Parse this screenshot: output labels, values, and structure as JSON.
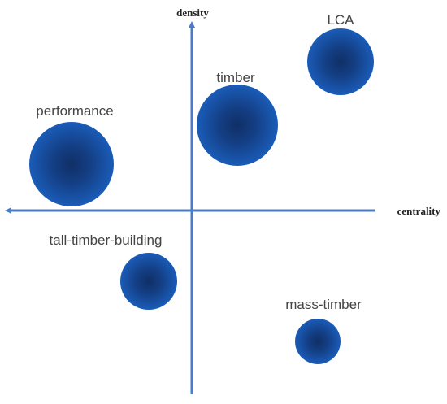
{
  "axes": {
    "vertical_title": "density",
    "horizontal_title": "centrality",
    "color": "#4a7cc7"
  },
  "bubble_style": {
    "center_color": "#102f66",
    "edge_color": "#1a5cb8"
  },
  "themes": [
    {
      "id": "lca",
      "label": "LCA"
    },
    {
      "id": "timber",
      "label": "timber"
    },
    {
      "id": "performance",
      "label": "performance"
    },
    {
      "id": "tall-timber-building",
      "label": "tall-timber-building"
    },
    {
      "id": "mass-timber",
      "label": "mass-timber"
    }
  ]
}
